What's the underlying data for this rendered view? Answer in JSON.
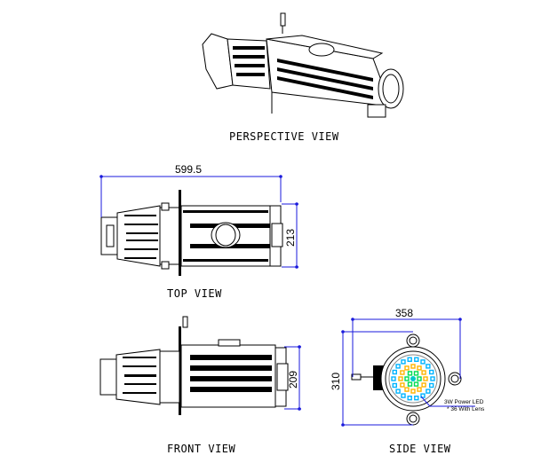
{
  "views": {
    "perspective": {
      "label": "PERSPECTIVE VIEW"
    },
    "top": {
      "label": "TOP VIEW",
      "length_dim": "599.5",
      "width_dim": "213"
    },
    "front": {
      "label": "FRONT VIEW",
      "height_dim": "209"
    },
    "side": {
      "label": "SIDE VIEW",
      "width_dim": "358",
      "height_dim": "310",
      "note_line1": "3W Power LED",
      "note_line2": "* 36 With Lens"
    }
  },
  "colors": {
    "dimension": "#1a1adc",
    "led_outer": "#00b4ff",
    "led_mid": "#ffb400",
    "led_inner": "#00dc50",
    "led_center": "#00c8c8"
  }
}
